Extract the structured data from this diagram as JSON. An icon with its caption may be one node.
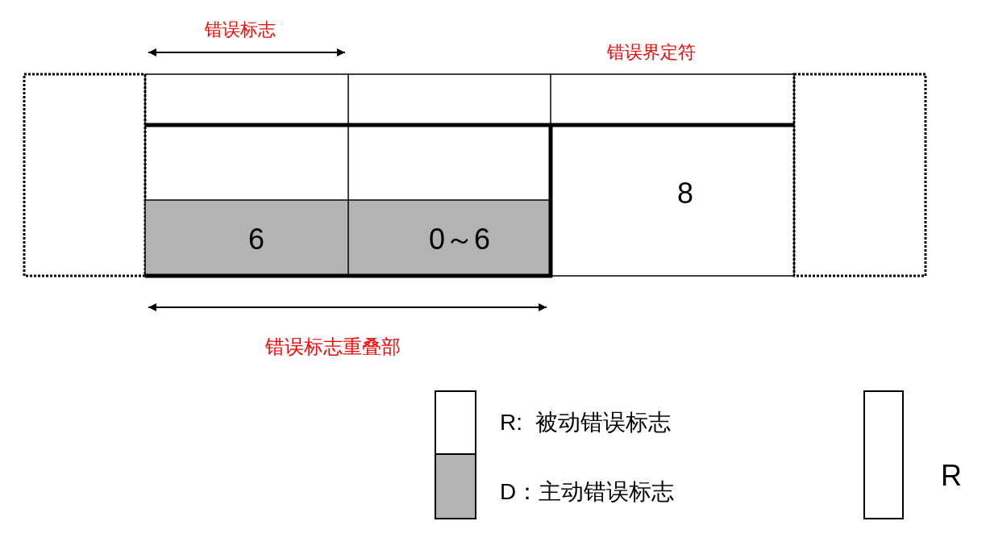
{
  "diagram": {
    "labels": [
      "错误标志",
      "错误界定符",
      "6",
      "0～6",
      "8",
      "错误标志重叠部"
    ],
    "legend": [
      {
        "text": "R:  被动错误标志",
        "color": "#ffffff"
      },
      {
        "text": "D：主动错误标志",
        "color": "#b3b3b3"
      },
      {
        "text": "R",
        "color": "#ffffff"
      }
    ]
  }
}
